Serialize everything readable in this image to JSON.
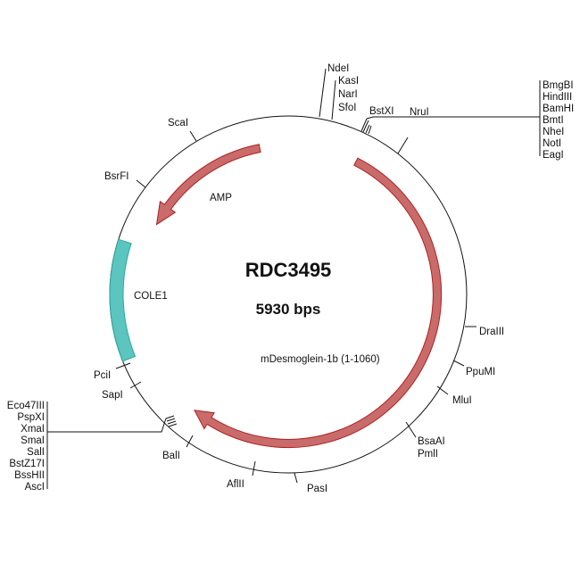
{
  "plasmid": {
    "name": "RDC3495",
    "size": "5930 bps"
  },
  "colors": {
    "cds": "#c96b6b",
    "cds_stroke": "#b02020",
    "ori": "#5cc5c0",
    "ori_stroke": "#2aa8a2"
  },
  "features": [
    {
      "name": "AMP",
      "type": "cds"
    },
    {
      "name": "mDesmoglein-1b (1-1060)",
      "type": "cds"
    },
    {
      "name": "COLE1",
      "type": "origin"
    }
  ],
  "sites": {
    "top": [
      "NdeI",
      "KasI",
      "NarI",
      "SfoI"
    ],
    "bstxi": "BstXI",
    "mcs1": [
      "BmgBI",
      "HindIII",
      "BamHI",
      "BmtI",
      "NheI",
      "NotI",
      "EagI"
    ],
    "nrui": "NruI",
    "scai": "ScaI",
    "bsrfi": "BsrFI",
    "draiii": "DraIII",
    "ppumi": "PpuMI",
    "mlui": "MluI",
    "bsaai": "BsaAI",
    "pmli": "PmlI",
    "pasi": "PasI",
    "aflii": "AflII",
    "bali": "BalI",
    "sapi": "SapI",
    "pcii": "PciI",
    "mcs2": [
      "Eco47III",
      "PspXI",
      "XmaI",
      "SmaI",
      "SalI",
      "BstZ17I",
      "BssHII",
      "AscI"
    ]
  }
}
